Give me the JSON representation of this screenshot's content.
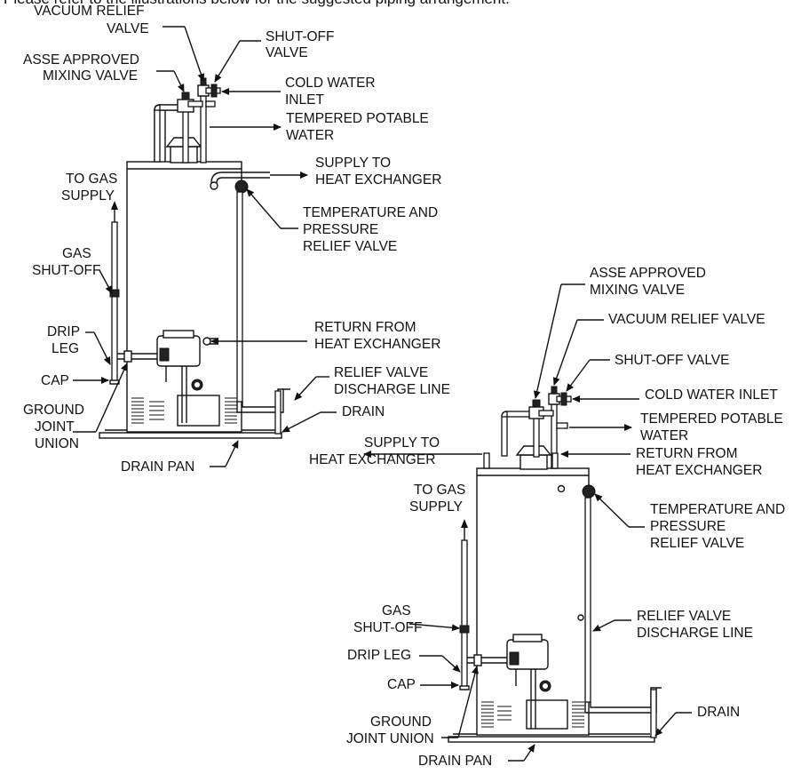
{
  "intro_text": "Please refer to the illustrations below for the suggested piping arrangement.",
  "diagram_1": {
    "labels": {
      "vacuum_relief_valve": [
        "VACUUM RELIEF",
        "VALVE"
      ],
      "shut_off_valve": [
        "SHUT-OFF",
        "VALVE"
      ],
      "asse_mixing_valve": [
        "ASSE APPROVED",
        "MIXING VALVE"
      ],
      "cold_water_inlet": [
        "COLD WATER",
        "INLET"
      ],
      "tempered_potable_water": [
        "TEMPERED POTABLE",
        "WATER"
      ],
      "supply_to_heat_exchanger": [
        "SUPPLY TO",
        "HEAT EXCHANGER"
      ],
      "to_gas_supply": [
        "TO GAS",
        "SUPPLY"
      ],
      "temp_pressure_relief": [
        "TEMPERATURE AND",
        "PRESSURE",
        "RELIEF VALVE"
      ],
      "gas_shut_off": [
        "GAS",
        "SHUT-OFF"
      ],
      "drip_leg": [
        "DRIP",
        "LEG"
      ],
      "return_from_heat_exchanger": [
        "RETURN FROM",
        "HEAT EXCHANGER"
      ],
      "cap": "CAP",
      "relief_valve_discharge": [
        "RELIEF VALVE",
        "DISCHARGE LINE"
      ],
      "ground_joint_union": [
        "GROUND",
        "JOINT",
        "UNION"
      ],
      "drain": "DRAIN",
      "drain_pan": "DRAIN PAN"
    }
  },
  "diagram_2": {
    "labels": {
      "asse_mixing_valve": [
        "ASSE APPROVED",
        "MIXING VALVE"
      ],
      "vacuum_relief_valve": "VACUUM RELIEF VALVE",
      "shut_off_valve": "SHUT-OFF VALVE",
      "cold_water_inlet": "COLD WATER INLET",
      "tempered_potable_water": [
        "TEMPERED POTABLE",
        "WATER"
      ],
      "supply_to_heat_exchanger": [
        "SUPPLY TO",
        "HEAT EXCHANGER"
      ],
      "return_from_heat_exchanger": [
        "RETURN FROM",
        "HEAT EXCHANGER"
      ],
      "to_gas_supply": [
        "TO GAS",
        "SUPPLY"
      ],
      "temp_pressure_relief": [
        "TEMPERATURE AND",
        "PRESSURE",
        "RELIEF VALVE"
      ],
      "gas_shut_off": [
        "GAS",
        "SHUT-OFF"
      ],
      "relief_valve_discharge": [
        "RELIEF VALVE",
        "DISCHARGE LINE"
      ],
      "drip_leg": "DRIP LEG",
      "cap": "CAP",
      "ground_joint_union": [
        "GROUND",
        "JOINT UNION"
      ],
      "drain": "DRAIN",
      "drain_pan": "DRAIN PAN"
    }
  }
}
